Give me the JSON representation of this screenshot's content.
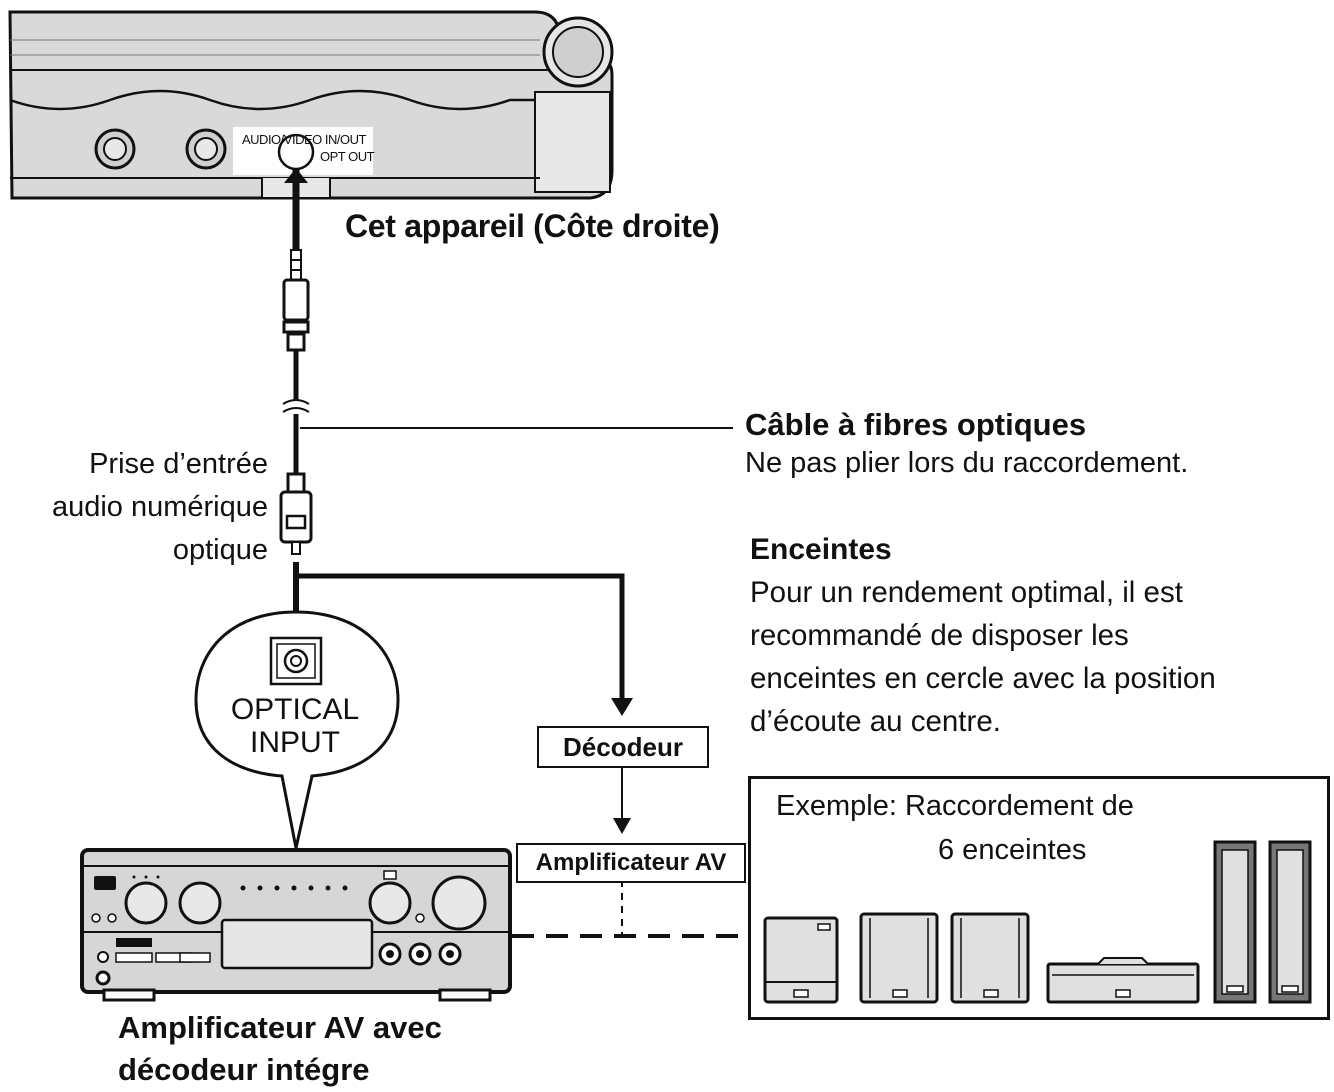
{
  "device": {
    "name": "Cet appareil (Côte droite)",
    "port_labels": [
      "AUDIO/VIDEO IN/OUT",
      "OPT OUT"
    ]
  },
  "cable": {
    "title": "Câble à fibres optiques",
    "note": "Ne pas plier lors du raccordement."
  },
  "jack": {
    "lines": [
      "Prise d’entrée",
      "audio numérique",
      "optique"
    ]
  },
  "bubble": {
    "lines": [
      "OPTICAL",
      "INPUT"
    ]
  },
  "decoder": {
    "label": "Décodeur"
  },
  "amp_box": {
    "label": "Amplificateur AV"
  },
  "speakers": {
    "title": "Enceintes",
    "lines": [
      "Pour un rendement optimal, il est",
      "recommandé de disposer les",
      "enceintes en cercle avec la position",
      "d’écoute au centre."
    ]
  },
  "example": {
    "lines": [
      "Exemple: Raccordement de",
      "6 enceintes"
    ]
  },
  "amplifier": {
    "caption_lines": [
      "Amplificateur AV avec",
      "décodeur intégre"
    ]
  }
}
